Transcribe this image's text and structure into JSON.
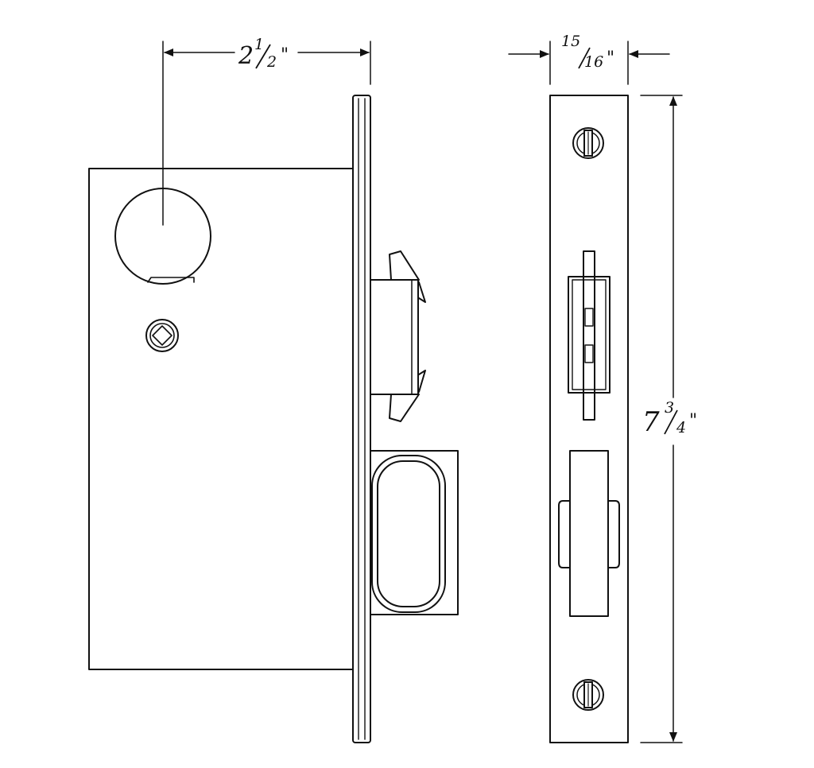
{
  "colors": {
    "line": "#111111",
    "background": "#ffffff"
  },
  "dimensions": {
    "backset": {
      "whole": "2",
      "num": "1",
      "den": "2",
      "unit": "\""
    },
    "faceplate_width": {
      "num": "15",
      "den": "16",
      "unit": "\""
    },
    "faceplate_height": {
      "whole": "7",
      "num": "3",
      "den": "4",
      "unit": "\""
    }
  }
}
